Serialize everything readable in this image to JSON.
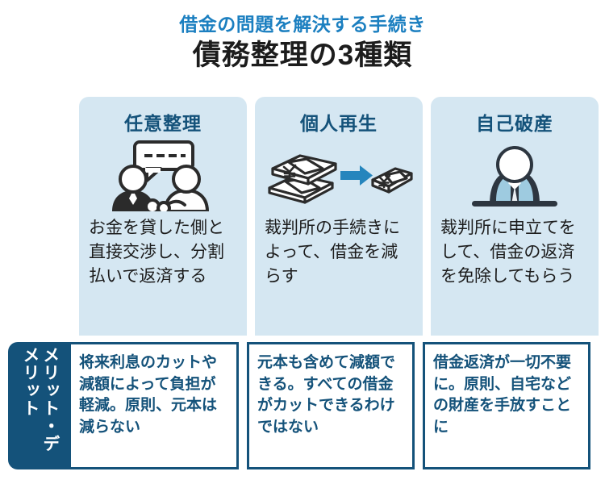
{
  "header": {
    "subtitle": "借金の問題を解決する手続き",
    "title": "債務整理の3種類",
    "subtitle_color": "#1b7fc0",
    "title_color": "#1c1c1c"
  },
  "theme": {
    "panel_bg": "#d5e7f2",
    "navy": "#14527a",
    "accent_blue": "#1b7fc0",
    "white": "#ffffff",
    "dark_ink": "#1c1c1c"
  },
  "columns": [
    {
      "title": "任意整理",
      "icon": "two-people-negotiation-icon",
      "description": "お金を貸した側と直接交渉し、分割払いで返済する"
    },
    {
      "title": "個人再生",
      "icon": "money-stack-reduction-arrow-icon",
      "description": "裁判所の手続きによって、借金を減らす"
    },
    {
      "title": "自己破産",
      "icon": "person-at-court-bench-icon",
      "description": "裁判所に申立てをして、借金の返済を免除してもらう"
    }
  ],
  "merit_section": {
    "label": "メリット・デメリット",
    "cells": [
      "将来利息のカットや減額によって負担が軽減。原則、元本は減らない",
      "元本も含めて減額できる。すべての借金がカットできるわけではない",
      "借金返済が一切不要に。原則、自宅などの財産を手放すことに"
    ]
  }
}
